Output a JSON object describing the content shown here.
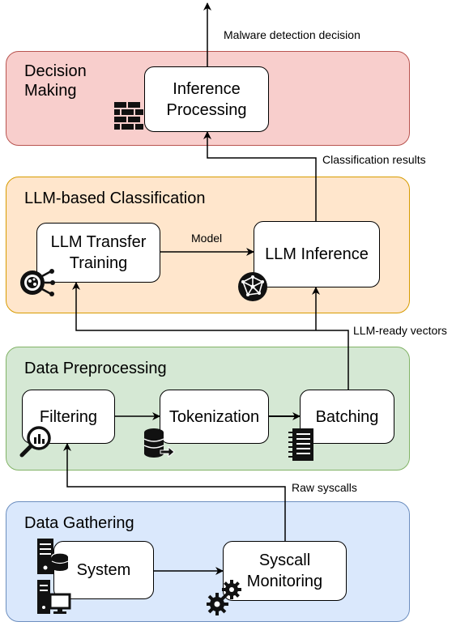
{
  "colors": {
    "decision_fill": "#f8cecc",
    "decision_stroke": "#b85450",
    "llm_fill": "#ffe6cc",
    "llm_stroke": "#d79b00",
    "preprocess_fill": "#d5e8d4",
    "preprocess_stroke": "#82b366",
    "gathering_fill": "#dae8fc",
    "gathering_stroke": "#6c8ebf"
  },
  "layers": {
    "decision": {
      "title": "Decision\nMaking"
    },
    "llm": {
      "title": "LLM-based Classification"
    },
    "preprocessing": {
      "title": "Data Preprocessing"
    },
    "gathering": {
      "title": "Data Gathering"
    }
  },
  "nodes": {
    "inference_processing": "Inference\nProcessing",
    "llm_transfer_training": "LLM Transfer\nTraining",
    "llm_inference": "LLM Inference",
    "filtering": "Filtering",
    "tokenization": "Tokenization",
    "batching": "Batching",
    "system": "System",
    "syscall_monitoring": "Syscall\nMonitoring"
  },
  "edge_labels": {
    "malware_decision": "Malware detection decision",
    "classification_results": "Classification results",
    "model": "Model",
    "llm_ready_vectors": "LLM-ready vectors",
    "raw_syscalls": "Raw syscalls"
  },
  "icons": {
    "inference_processing": "firewall-icon",
    "llm_transfer_training": "neural-network-icon",
    "llm_inference": "globe-network-icon",
    "filtering": "magnifier-chart-icon",
    "tokenization": "database-export-icon",
    "batching": "notebook-list-icon",
    "system_server": "server-database-icon",
    "system_desktop": "desktop-computer-icon",
    "syscall_monitoring": "gears-icon"
  }
}
